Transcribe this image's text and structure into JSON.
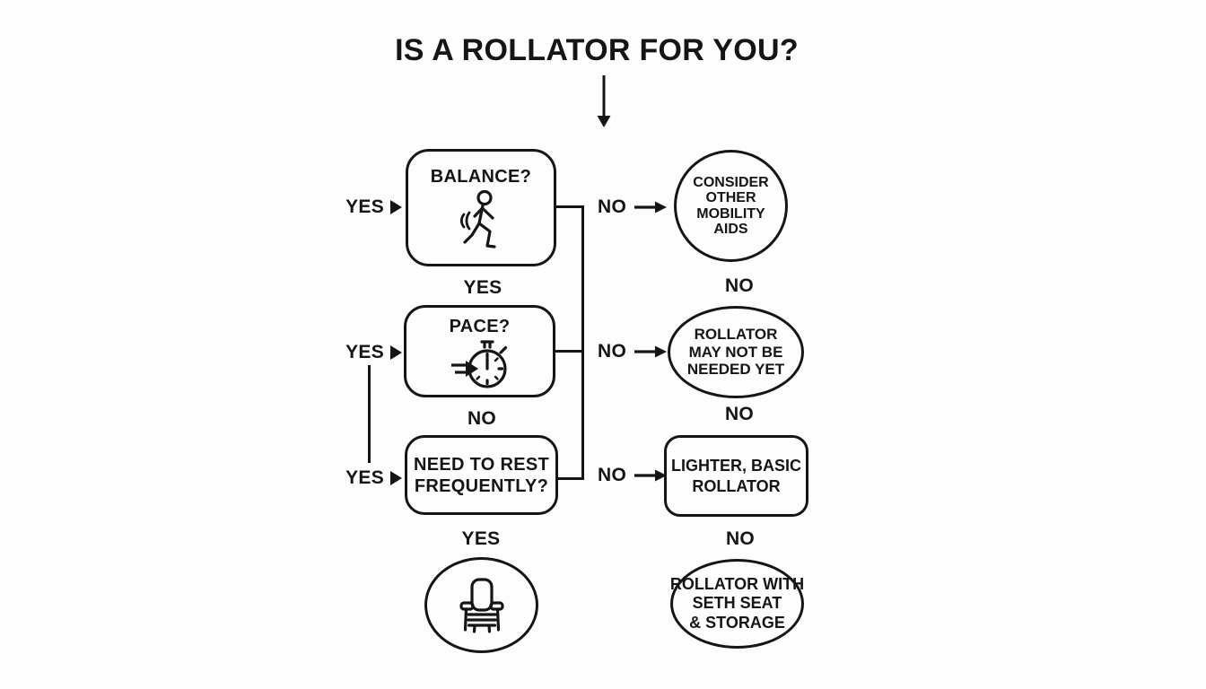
{
  "colors": {
    "background": "#fdfdfd",
    "ink": "#151515"
  },
  "title": "IS A ROLLATOR FOR YOU?",
  "flow": {
    "q1": {
      "label": "BALANCE?",
      "icon": "walking-person",
      "yes": "YES",
      "no": "NO"
    },
    "q2": {
      "label": "PACE?",
      "icon": "stopwatch",
      "yes": "YES",
      "no": "NO"
    },
    "q3": {
      "line1": "NEED TO REST",
      "line2": "FREQUENTLY?",
      "yes": "YES",
      "no": "NO"
    },
    "branch": {
      "after_balance_yes": "YES",
      "after_consider_no": "NO",
      "after_pace_no": "NO",
      "after_maynot_no": "NO",
      "after_rest_yes": "YES",
      "after_lighter_no": "NO"
    },
    "o1": {
      "line1": "CONSIDER",
      "line2": "OTHER",
      "line3": "MOBILITY",
      "line4": "AIDS"
    },
    "o2": {
      "line1": "ROLLATOR",
      "line2": "MAY NOT BE",
      "line3": "NEEDED YET"
    },
    "o3": {
      "line1": "LIGHTER, BASIC",
      "line2": "ROLLATOR"
    },
    "o4": {
      "line1": "ROLLATOR WITH",
      "line2": "SETH SEAT",
      "line3": "& STORAGE"
    },
    "o5": {
      "icon": "armchair-seat"
    }
  }
}
